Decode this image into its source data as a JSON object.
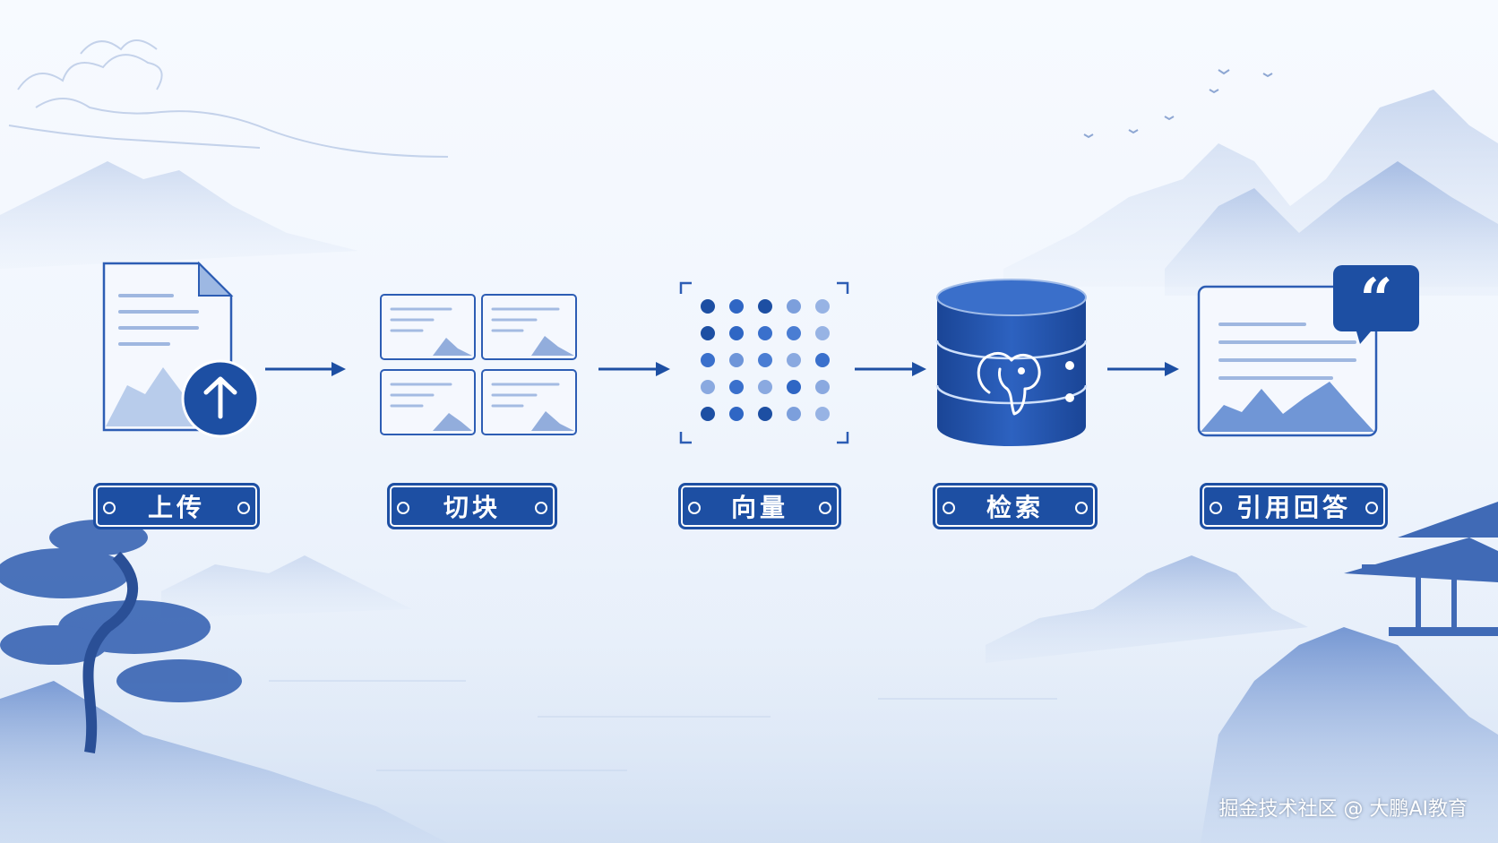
{
  "steps": [
    {
      "label": "上传",
      "icon": "upload-document-icon"
    },
    {
      "label": "切块",
      "icon": "chunk-grid-icon"
    },
    {
      "label": "向量",
      "icon": "vector-dots-icon"
    },
    {
      "label": "检索",
      "icon": "database-elephant-icon"
    },
    {
      "label": "引用回答",
      "icon": "quote-answer-icon"
    }
  ],
  "watermark": "掘金技术社区 @ 大鹏AI教育",
  "colors": {
    "accent": "#1d4fa3",
    "light": "#8fb0e3",
    "background": "#f4f8fd"
  }
}
